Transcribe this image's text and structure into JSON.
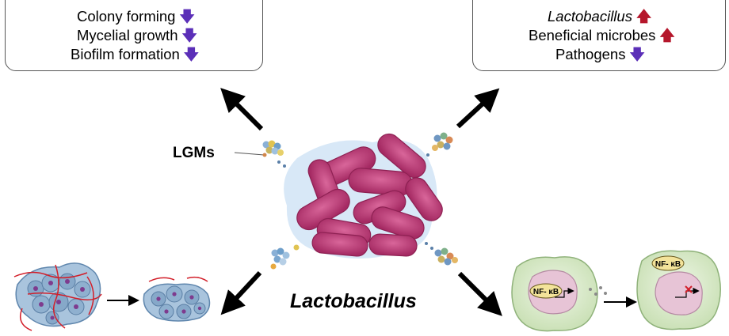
{
  "left_box": {
    "lines": [
      {
        "text": "Colony forming",
        "arrow": "down"
      },
      {
        "text": "Mycelial growth",
        "arrow": "down"
      },
      {
        "text": "Biofilm formation",
        "arrow": "down"
      }
    ]
  },
  "right_box": {
    "lines": [
      {
        "text": "Lactobacillus",
        "arrow": "up",
        "italic": true
      },
      {
        "text": "Beneficial microbes",
        "arrow": "up"
      },
      {
        "text": "Pathogens",
        "arrow": "down"
      }
    ]
  },
  "labels": {
    "lgms": "LGMs",
    "center": "Lactobacillus",
    "nfkb_before": "NF- κB",
    "nfkb_after": "NF- κB"
  },
  "colors": {
    "down_arrow": "#5b2fb8",
    "up_arrow": "#b5162b",
    "bacteria": "#b8346e",
    "halo": "#a9cbea",
    "cell_green": "#d7e8c7",
    "biofilm_blue": "#7fa6c9"
  }
}
